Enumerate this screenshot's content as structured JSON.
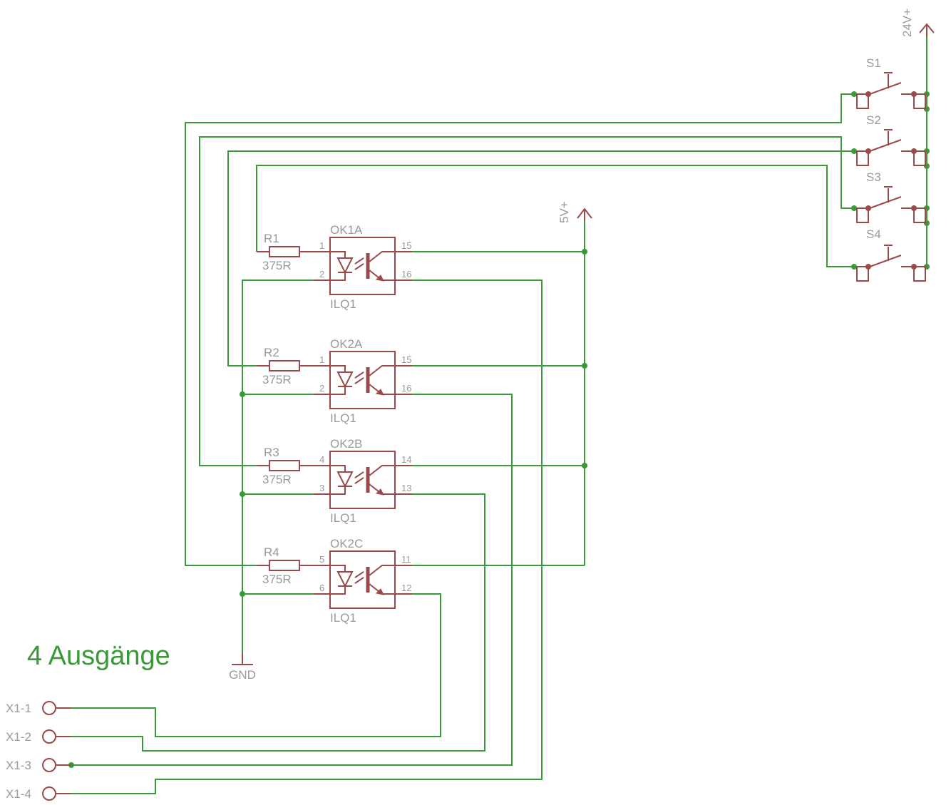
{
  "title": "4 Ausgänge",
  "supplies": {
    "v24": "24V+",
    "v5": "5V+",
    "gnd": "GND"
  },
  "switches": [
    "S1",
    "S2",
    "S3",
    "S4"
  ],
  "resistors": [
    {
      "name": "R1",
      "value": "375R"
    },
    {
      "name": "R2",
      "value": "375R"
    },
    {
      "name": "R3",
      "value": "375R"
    },
    {
      "name": "R4",
      "value": "375R"
    }
  ],
  "optos": [
    {
      "name": "OK1A",
      "part": "ILQ1",
      "pins": [
        "1",
        "2",
        "15",
        "16"
      ]
    },
    {
      "name": "OK2A",
      "part": "ILQ1",
      "pins": [
        "1",
        "2",
        "15",
        "16"
      ]
    },
    {
      "name": "OK2B",
      "part": "ILQ1",
      "pins": [
        "4",
        "3",
        "14",
        "13"
      ]
    },
    {
      "name": "OK2C",
      "part": "ILQ1",
      "pins": [
        "5",
        "6",
        "11",
        "12"
      ]
    }
  ],
  "connectors": [
    "X1-1",
    "X1-2",
    "X1-3",
    "X1-4"
  ],
  "colors": {
    "wire": "#3a9a3a",
    "symbol": "#9a4a4a",
    "label": "#9a9a9a",
    "title": "#3a9a3a"
  }
}
